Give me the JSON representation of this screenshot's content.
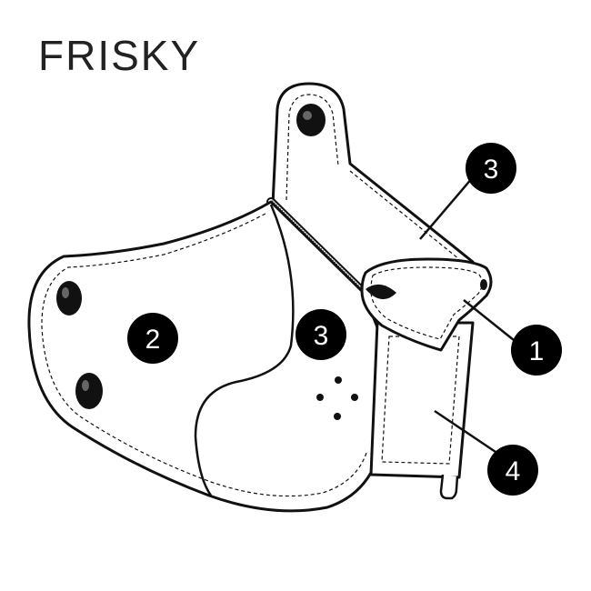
{
  "brand": {
    "name": "FRISKY"
  },
  "colors": {
    "outline": "#111111",
    "fill": "#ffffff",
    "badge": "#000000",
    "badge_text": "#ffffff"
  },
  "callouts": [
    {
      "id": "c1",
      "label": "1"
    },
    {
      "id": "c2",
      "label": "2"
    },
    {
      "id": "c3a",
      "label": "3"
    },
    {
      "id": "c3b",
      "label": "3"
    },
    {
      "id": "c4",
      "label": "4"
    }
  ]
}
